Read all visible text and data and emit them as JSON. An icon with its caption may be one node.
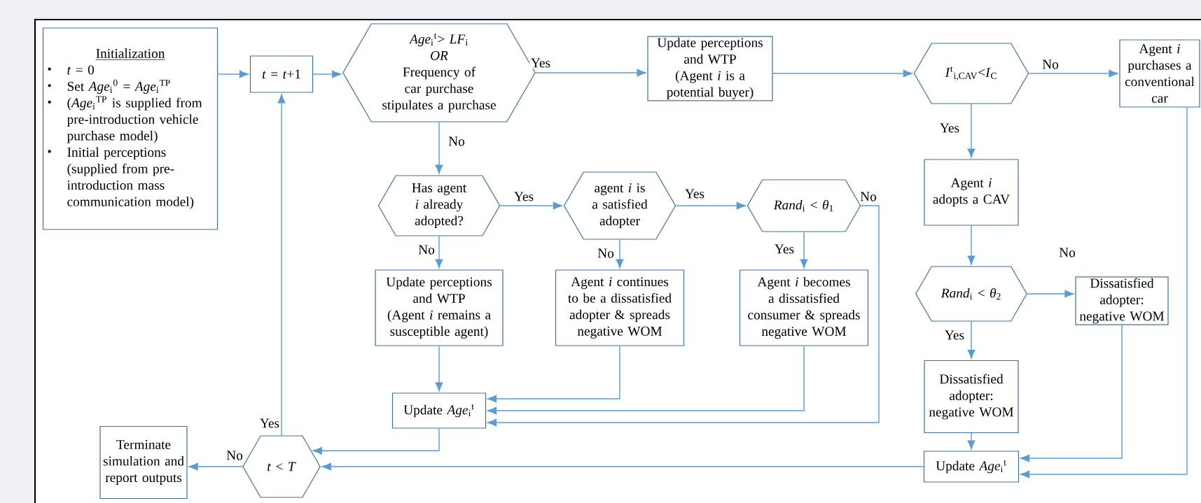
{
  "diagram": {
    "nodes": [
      {
        "text": [
          "Initialization",
          "*t* = 0",
          "Set *Age*$_{i}$$^{0}$ = *Age*$_{i}$$^{TP}$",
          "(*Age*$_{i}$$^{TP}$ is supplied from pre-introduction vehicle purchase model)",
          "Initial perceptions (supplied from pre-introduction mass communication model)"
        ]
      },
      {
        "text": [
          "*t* = *t*+1"
        ]
      },
      {
        "text": [
          "*Age*$_{i}$$^{t}$> *LF*$_{i}$",
          "*OR*",
          "Frequency of car purchase stipulates a purchase"
        ]
      },
      {
        "text": [
          "Update perceptions and WTP",
          "(Agent *i* is a potential buyer)"
        ]
      },
      {
        "text": [
          "*I*$^{t}$$_{i,CAV}$<*I*$_{C}$"
        ]
      },
      {
        "text": [
          "Agent *i* purchases a conventional car"
        ]
      },
      {
        "text": [
          "Has agent *i* already adopted?"
        ]
      },
      {
        "text": [
          "agent *i* is a satisfied adopter"
        ]
      },
      {
        "text": [
          "*Rand*$_{i}$ < *θ*$_{1}$"
        ]
      },
      {
        "text": [
          "Agent *i* adopts a CAV"
        ]
      },
      {
        "text": [
          "Update perceptions and WTP",
          "(Agent *i* remains a susceptible agent)"
        ]
      },
      {
        "text": [
          "Agent *i* continues to be a dissatisfied adopter & spreads negative WOM"
        ]
      },
      {
        "text": [
          "Agent *i* becomes a dissatisfied consumer & spreads negative WOM"
        ]
      },
      {
        "text": [
          "*Rand*$_{i}$ < *θ*$_{2}$"
        ]
      },
      {
        "text": [
          "Dissatisfied adopter: negative WOM"
        ]
      },
      {
        "text": [
          "Update *Age*$_{i}$$^{t}$"
        ]
      },
      {
        "text": [
          "Dissatisfied adopter: negative WOM"
        ]
      },
      {
        "text": [
          "Terminate simulation and report outputs"
        ]
      },
      {
        "text": [
          "*t* < *T*"
        ]
      },
      {
        "text": [
          "Update *Age*$_{i}$$^{t}$"
        ]
      }
    ],
    "edges": [
      {
        "from": 0,
        "to": 1,
        "arrow": "to"
      },
      {
        "from": 1,
        "to": 2,
        "arrow": "to"
      },
      {
        "from": 2,
        "to": 3,
        "arrow": "to",
        "label": "Yes"
      },
      {
        "from": 3,
        "to": 4,
        "arrow": "to"
      },
      {
        "from": 4,
        "to": 5,
        "arrow": "to",
        "label": "No"
      },
      {
        "from": 4,
        "to": 9,
        "arrow": "to",
        "label": "Yes"
      },
      {
        "from": 2,
        "to": 6,
        "arrow": "to",
        "label": "No"
      },
      {
        "from": 6,
        "to": 7,
        "arrow": "to",
        "label": "Yes"
      },
      {
        "from": 7,
        "to": 8,
        "arrow": "to",
        "label": "Yes"
      },
      {
        "from": 6,
        "to": 10,
        "arrow": "to",
        "label": "No"
      },
      {
        "from": 7,
        "to": 11,
        "arrow": "to",
        "label": "No"
      },
      {
        "from": 8,
        "to": 12,
        "arrow": "to",
        "label": "Yes"
      },
      {
        "from": 8,
        "to": 15,
        "arrow": "to",
        "label": "No"
      },
      {
        "from": 10,
        "to": 15,
        "arrow": "to"
      },
      {
        "from": 11,
        "to": 15,
        "arrow": "to"
      },
      {
        "from": 12,
        "to": 15,
        "arrow": "to"
      },
      {
        "from": 9,
        "to": 13,
        "arrow": "to"
      },
      {
        "from": 13,
        "to": 14,
        "arrow": "to",
        "label": "No"
      },
      {
        "from": 13,
        "to": 16,
        "arrow": "to",
        "label": "Yes"
      },
      {
        "from": 16,
        "to": 19,
        "arrow": "to"
      },
      {
        "from": 14,
        "to": 19,
        "arrow": "to"
      },
      {
        "from": 5,
        "to": 19,
        "arrow": "to"
      },
      {
        "from": 15,
        "to": 18,
        "arrow": "to"
      },
      {
        "from": 19,
        "to": 18,
        "arrow": "to"
      },
      {
        "from": 18,
        "to": 17,
        "arrow": "to",
        "label": "No"
      },
      {
        "from": 18,
        "to": 1,
        "arrow": "to",
        "label": "Yes"
      }
    ]
  }
}
